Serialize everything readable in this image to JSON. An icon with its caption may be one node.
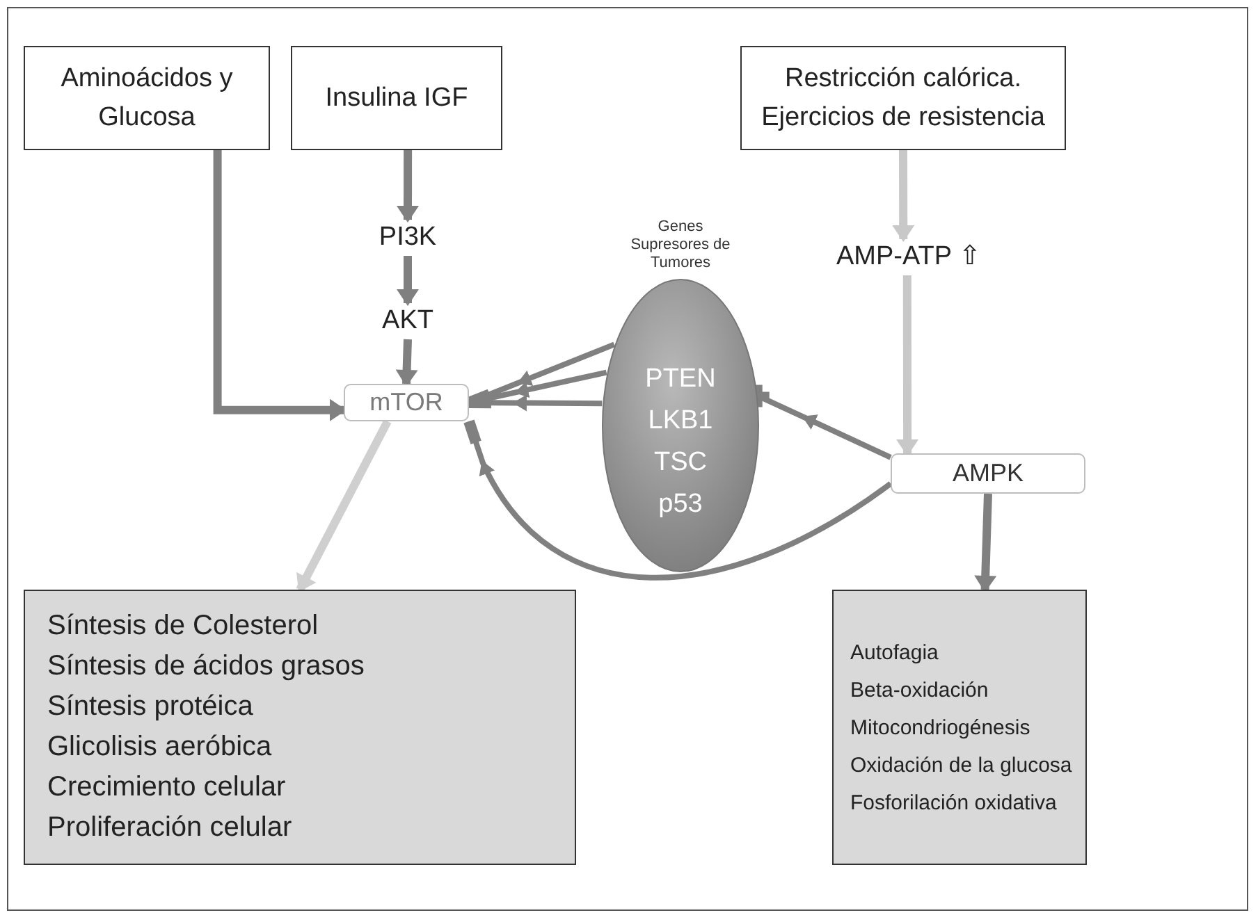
{
  "diagram": {
    "nodes": [
      {
        "text": [
          "Aminoácidos y Glucosa"
        ]
      },
      {
        "text": [
          "Insulina IGF"
        ]
      },
      {
        "text": [
          "Restricción calórica. Ejercicios de resistencia"
        ]
      },
      {
        "text": [
          "PI3K"
        ]
      },
      {
        "text": [
          "AKT"
        ]
      },
      {
        "text": [
          "mTOR"
        ]
      },
      {
        "text": [
          "Genes Supresores de Tumores",
          "PTEN LKB1 TSC p53"
        ]
      },
      {
        "text": [
          "AMP-ATP ⇧"
        ]
      },
      {
        "text": [
          "AMPK"
        ]
      },
      {
        "text": [
          "Síntesis de Colesterol",
          "Síntesis de ácidos grasos",
          "Síntesis protéica",
          "Glicolisis aeróbica",
          "Crecimiento celular",
          "Proliferación celular"
        ]
      },
      {
        "text": [
          "Autofagia",
          "Beta-oxidación",
          "Mitocondriogénesis",
          "Oxidación de la glucosa",
          "Fosforilación oxidativa"
        ]
      }
    ],
    "edges": [
      {
        "from": 0,
        "to": 5,
        "arrow": "to"
      },
      {
        "from": 1,
        "to": 3,
        "arrow": "to"
      },
      {
        "from": 3,
        "to": 4,
        "arrow": "to"
      },
      {
        "from": 4,
        "to": 5,
        "arrow": "to"
      },
      {
        "from": 6,
        "to": 5,
        "arrow": "other"
      },
      {
        "from": 6,
        "to": 5,
        "arrow": "other"
      },
      {
        "from": 6,
        "to": 5,
        "arrow": "other"
      },
      {
        "from": 8,
        "to": 6,
        "arrow": "to"
      },
      {
        "from": 8,
        "to": 5,
        "arrow": "other"
      },
      {
        "from": 2,
        "to": 7,
        "arrow": "to",
        "color": "#c8c8c8"
      },
      {
        "from": 7,
        "to": 8,
        "arrow": "to",
        "color": "#c8c8c8"
      },
      {
        "from": 5,
        "to": 9,
        "arrow": "to",
        "color": "#cfcfcf"
      },
      {
        "from": 8,
        "to": 10,
        "arrow": "to"
      }
    ]
  }
}
